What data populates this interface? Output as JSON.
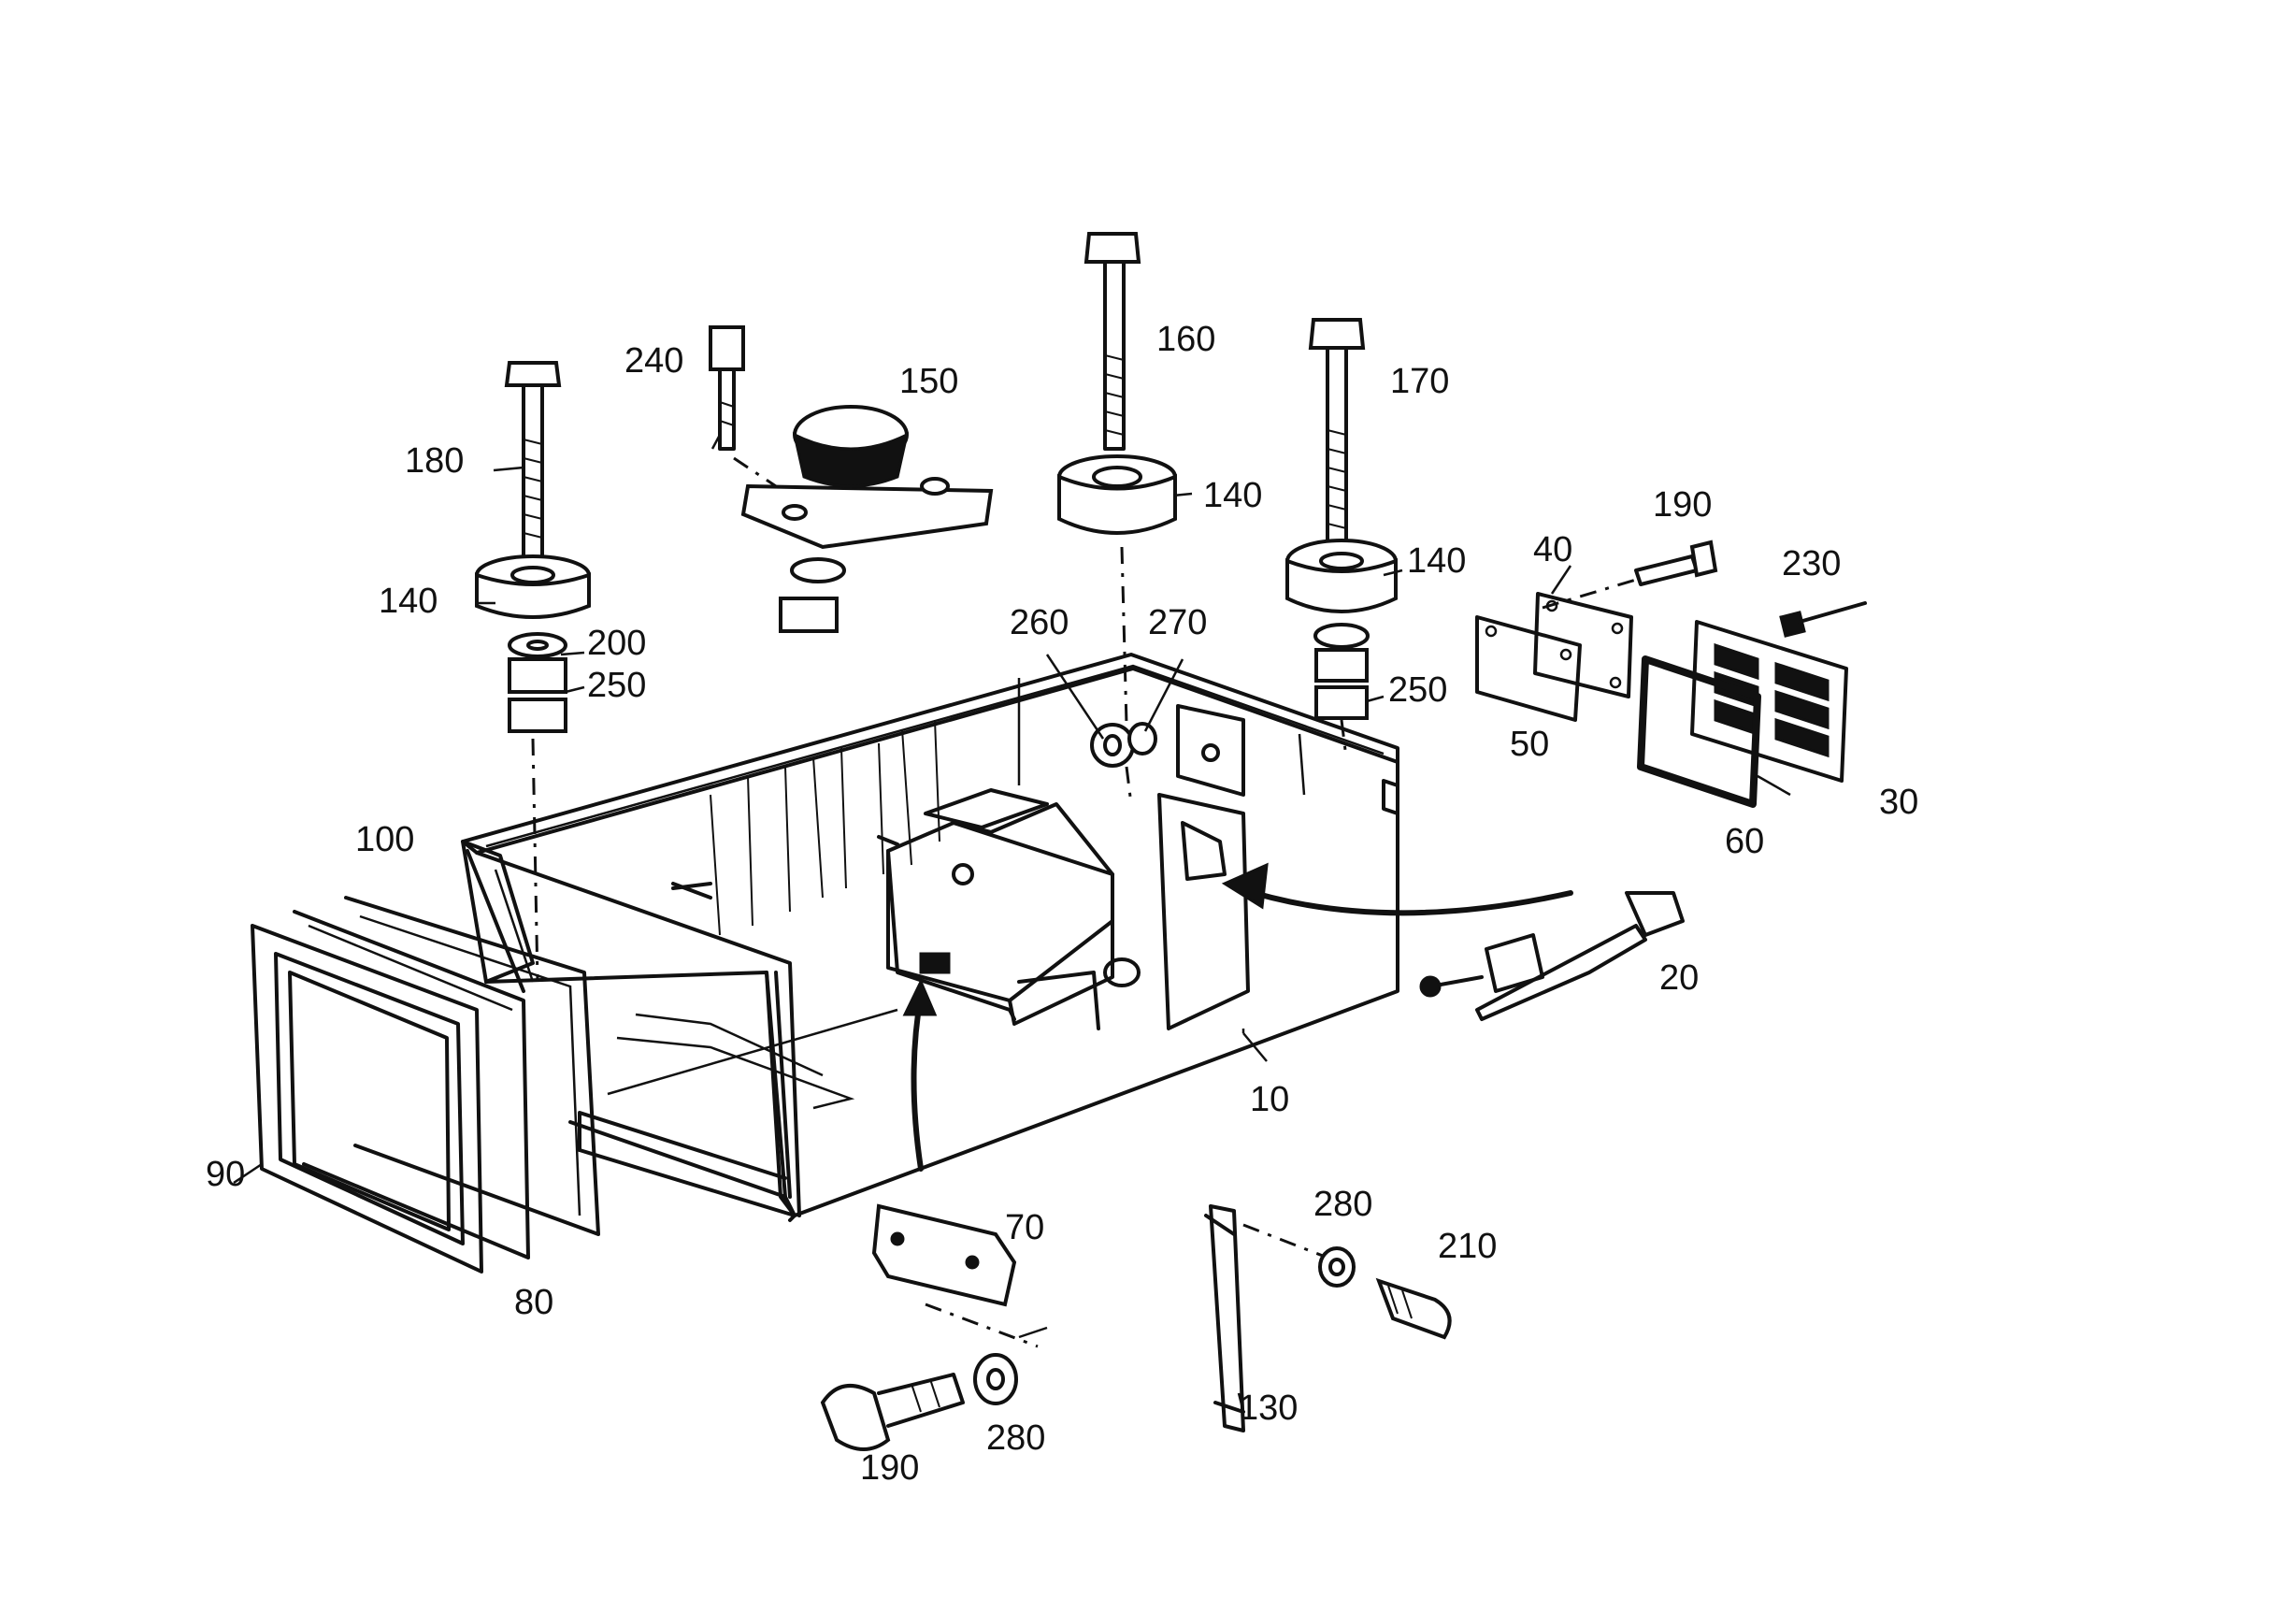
{
  "callouts": {
    "c10": "10",
    "c20": "20",
    "c30": "30",
    "c40": "40",
    "c50": "50",
    "c60": "60",
    "c70": "70",
    "c80": "80",
    "c90": "90",
    "c100": "100",
    "c130": "130",
    "c140a": "140",
    "c140b": "140",
    "c140c": "140",
    "c150": "150",
    "c160": "160",
    "c170": "170",
    "c180": "180",
    "c190a": "190",
    "c190b": "190",
    "c200": "200",
    "c210": "210",
    "c230": "230",
    "c240": "240",
    "c250a": "250",
    "c250b": "250",
    "c260": "260",
    "c270": "270",
    "c280a": "280",
    "c280b": "280"
  }
}
